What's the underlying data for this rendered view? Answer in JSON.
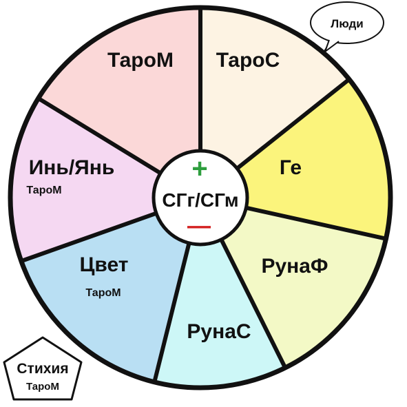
{
  "diagram": {
    "center": {
      "label": "СГг/СГм",
      "plus_symbol": "+",
      "minus_symbol": "—",
      "plus_color": "#2e9e3e",
      "minus_color": "#d42020"
    },
    "segments": [
      {
        "label": "ТароС",
        "sublabel": "",
        "color": "#fdf3e3"
      },
      {
        "label": "Ге",
        "sublabel": "",
        "color": "#fbf47c"
      },
      {
        "label": "РунаФ",
        "sublabel": "",
        "color": "#f3f9c6"
      },
      {
        "label": "РунаС",
        "sublabel": "",
        "color": "#cdf7f7"
      },
      {
        "label": "Цвет",
        "sublabel": "ТароМ",
        "color": "#b9dff3"
      },
      {
        "label": "Инь/Янь",
        "sublabel": "ТароМ",
        "color": "#f5d8f2"
      },
      {
        "label": "ТароМ",
        "sublabel": "",
        "color": "#fbd8d8"
      }
    ],
    "speech_bubble": {
      "label": "Люди"
    },
    "pentagon": {
      "label": "Стихия",
      "sublabel": "ТароМ"
    }
  }
}
